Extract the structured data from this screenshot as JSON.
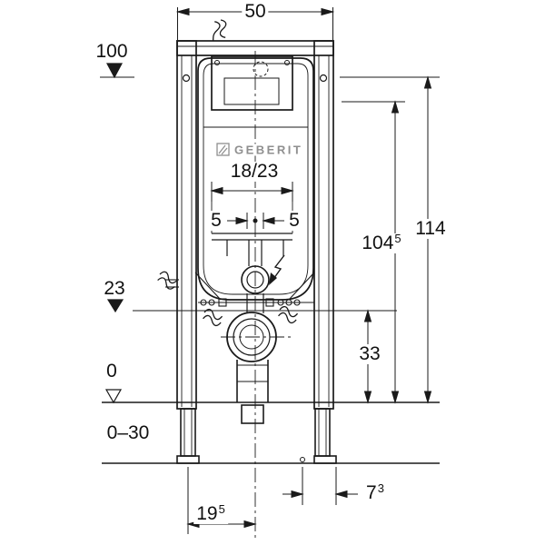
{
  "drawing": {
    "brand": "GEBERIT",
    "labels": {
      "width_top": "50",
      "meter_mark": "100",
      "height_overall": "114",
      "height_cistern": {
        "main": "104",
        "sup": "5"
      },
      "flush_bend_range": "18/23",
      "bolt_left": "5",
      "bolt_right": "5",
      "level_23": "23",
      "outlet_height": "33",
      "floor_zero": "0",
      "adjust_range": "0–30",
      "offset_right": {
        "main": "7",
        "sup": "3"
      },
      "offset_center": {
        "main": "19",
        "sup": "5"
      }
    },
    "line_color": "#1a1a1a"
  }
}
